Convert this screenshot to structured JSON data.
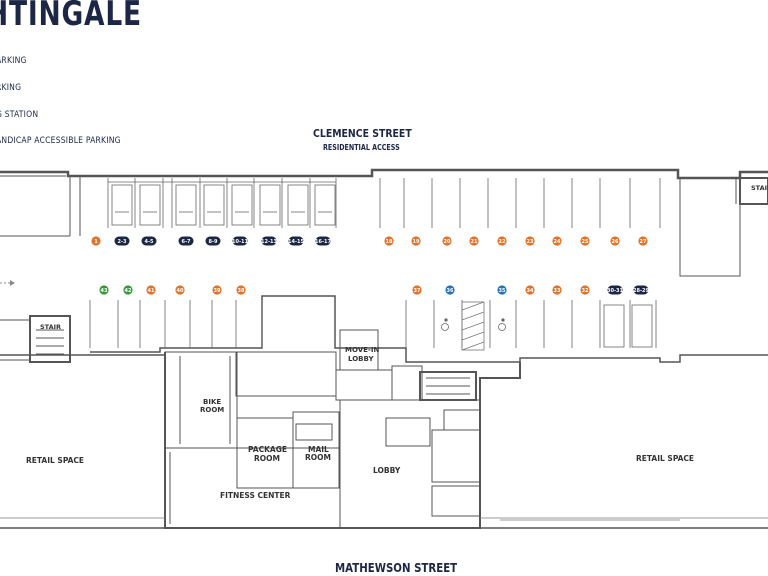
{
  "title": "HTINGALE",
  "legend": [
    {
      "label": "ARKING"
    },
    {
      "label": "RKING"
    },
    {
      "label": "G STATION"
    },
    {
      "label": "ANDICAP ACCESSIBLE PARKING"
    }
  ],
  "streets": {
    "north": "CLEMENCE STREET",
    "north_sub": "RESIDENTIAL ACCESS",
    "south": "MATHEWSON STREET"
  },
  "rooms": {
    "stair_west": "STAIR",
    "stair_east": "STAIR",
    "bike_1": "BIKE",
    "bike_2": "ROOM",
    "movein_1": "MOVE-IN",
    "movein_2": "LOBBY",
    "package_1": "PACKAGE",
    "package_2": "ROOM",
    "mail_1": "MAIL",
    "mail_2": "ROOM",
    "lobby": "LOBBY",
    "fitness": "FITNESS CENTER",
    "retail_west": "RETAIL SPACE",
    "retail_east": "RETAIL SPACE"
  },
  "colors": {
    "navy": "#1c2645",
    "orange": "#e0732b",
    "green": "#3a9a3a",
    "blue": "#2674b8",
    "line": "#555555"
  },
  "spots": [
    {
      "label": "1",
      "type": "orange"
    },
    {
      "label": "2-3",
      "type": "navy"
    },
    {
      "label": "4-5",
      "type": "navy"
    },
    {
      "label": "6-7",
      "type": "navy"
    },
    {
      "label": "8-9",
      "type": "navy"
    },
    {
      "label": "10-11",
      "type": "navy"
    },
    {
      "label": "12-13",
      "type": "navy"
    },
    {
      "label": "14-15",
      "type": "navy"
    },
    {
      "label": "16-17",
      "type": "navy"
    },
    {
      "label": "18",
      "type": "orange"
    },
    {
      "label": "19",
      "type": "orange"
    },
    {
      "label": "20",
      "type": "orange"
    },
    {
      "label": "21",
      "type": "orange"
    },
    {
      "label": "22",
      "type": "orange"
    },
    {
      "label": "23",
      "type": "orange"
    },
    {
      "label": "24",
      "type": "orange"
    },
    {
      "label": "25",
      "type": "orange"
    },
    {
      "label": "26",
      "type": "orange"
    },
    {
      "label": "27",
      "type": "orange"
    },
    {
      "label": "43",
      "type": "green"
    },
    {
      "label": "42",
      "type": "green"
    },
    {
      "label": "41",
      "type": "orange"
    },
    {
      "label": "40",
      "type": "orange"
    },
    {
      "label": "39",
      "type": "orange"
    },
    {
      "label": "38",
      "type": "orange"
    },
    {
      "label": "37",
      "type": "orange"
    },
    {
      "label": "36",
      "type": "blue"
    },
    {
      "label": "35",
      "type": "blue"
    },
    {
      "label": "34",
      "type": "orange"
    },
    {
      "label": "33",
      "type": "orange"
    },
    {
      "label": "32",
      "type": "orange"
    },
    {
      "label": "30-31",
      "type": "navy"
    },
    {
      "label": "28-29",
      "type": "navy"
    }
  ]
}
